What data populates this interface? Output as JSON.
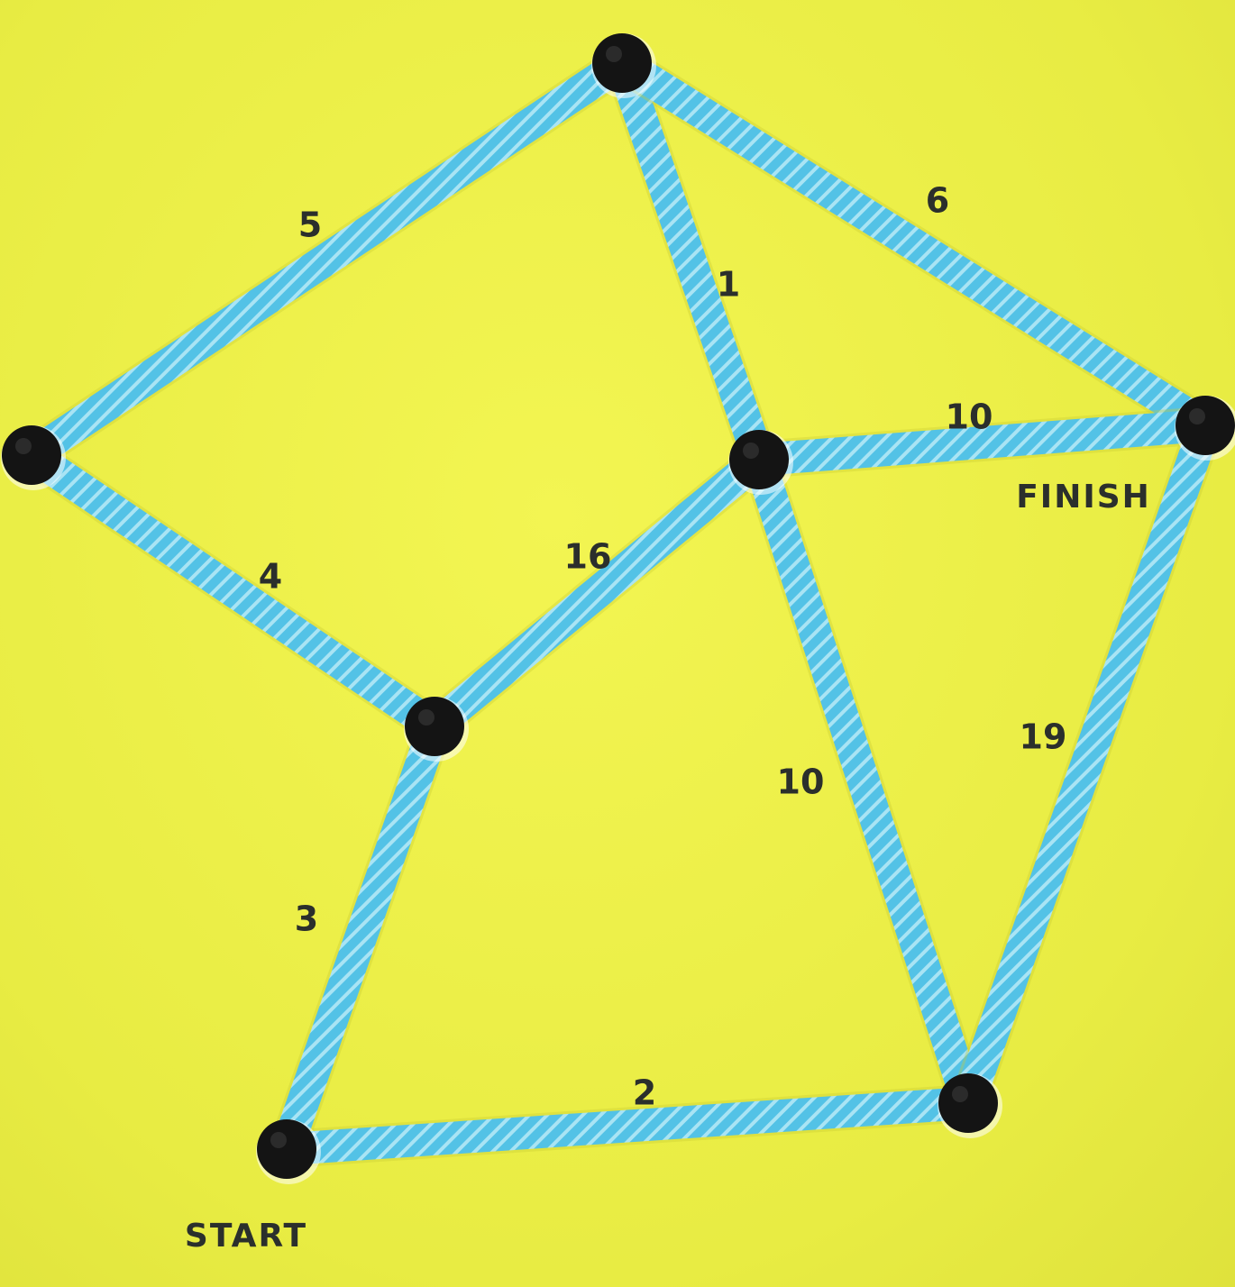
{
  "colors": {
    "paper": "#eef04a",
    "tape": "#53c2e6",
    "tape_stripe": "#a9e4f4",
    "node": "#141414",
    "ink": "#2b2f2c"
  },
  "nodes": [
    {
      "id": "top"
    },
    {
      "id": "left"
    },
    {
      "id": "center"
    },
    {
      "id": "finish",
      "label": "FINISH"
    },
    {
      "id": "mid-lower"
    },
    {
      "id": "start",
      "label": "START"
    },
    {
      "id": "bottom-right"
    }
  ],
  "edges": [
    {
      "from": "top",
      "to": "left",
      "weight": "5"
    },
    {
      "from": "top",
      "to": "center",
      "weight": "1"
    },
    {
      "from": "top",
      "to": "finish",
      "weight": "6"
    },
    {
      "from": "left",
      "to": "mid-lower",
      "weight": "4"
    },
    {
      "from": "center",
      "to": "mid-lower",
      "weight": "16"
    },
    {
      "from": "center",
      "to": "finish",
      "weight": "10"
    },
    {
      "from": "center",
      "to": "bottom-right",
      "weight": "10"
    },
    {
      "from": "finish",
      "to": "bottom-right",
      "weight": "19"
    },
    {
      "from": "mid-lower",
      "to": "start",
      "weight": "3"
    },
    {
      "from": "start",
      "to": "bottom-right",
      "weight": "2"
    }
  ]
}
